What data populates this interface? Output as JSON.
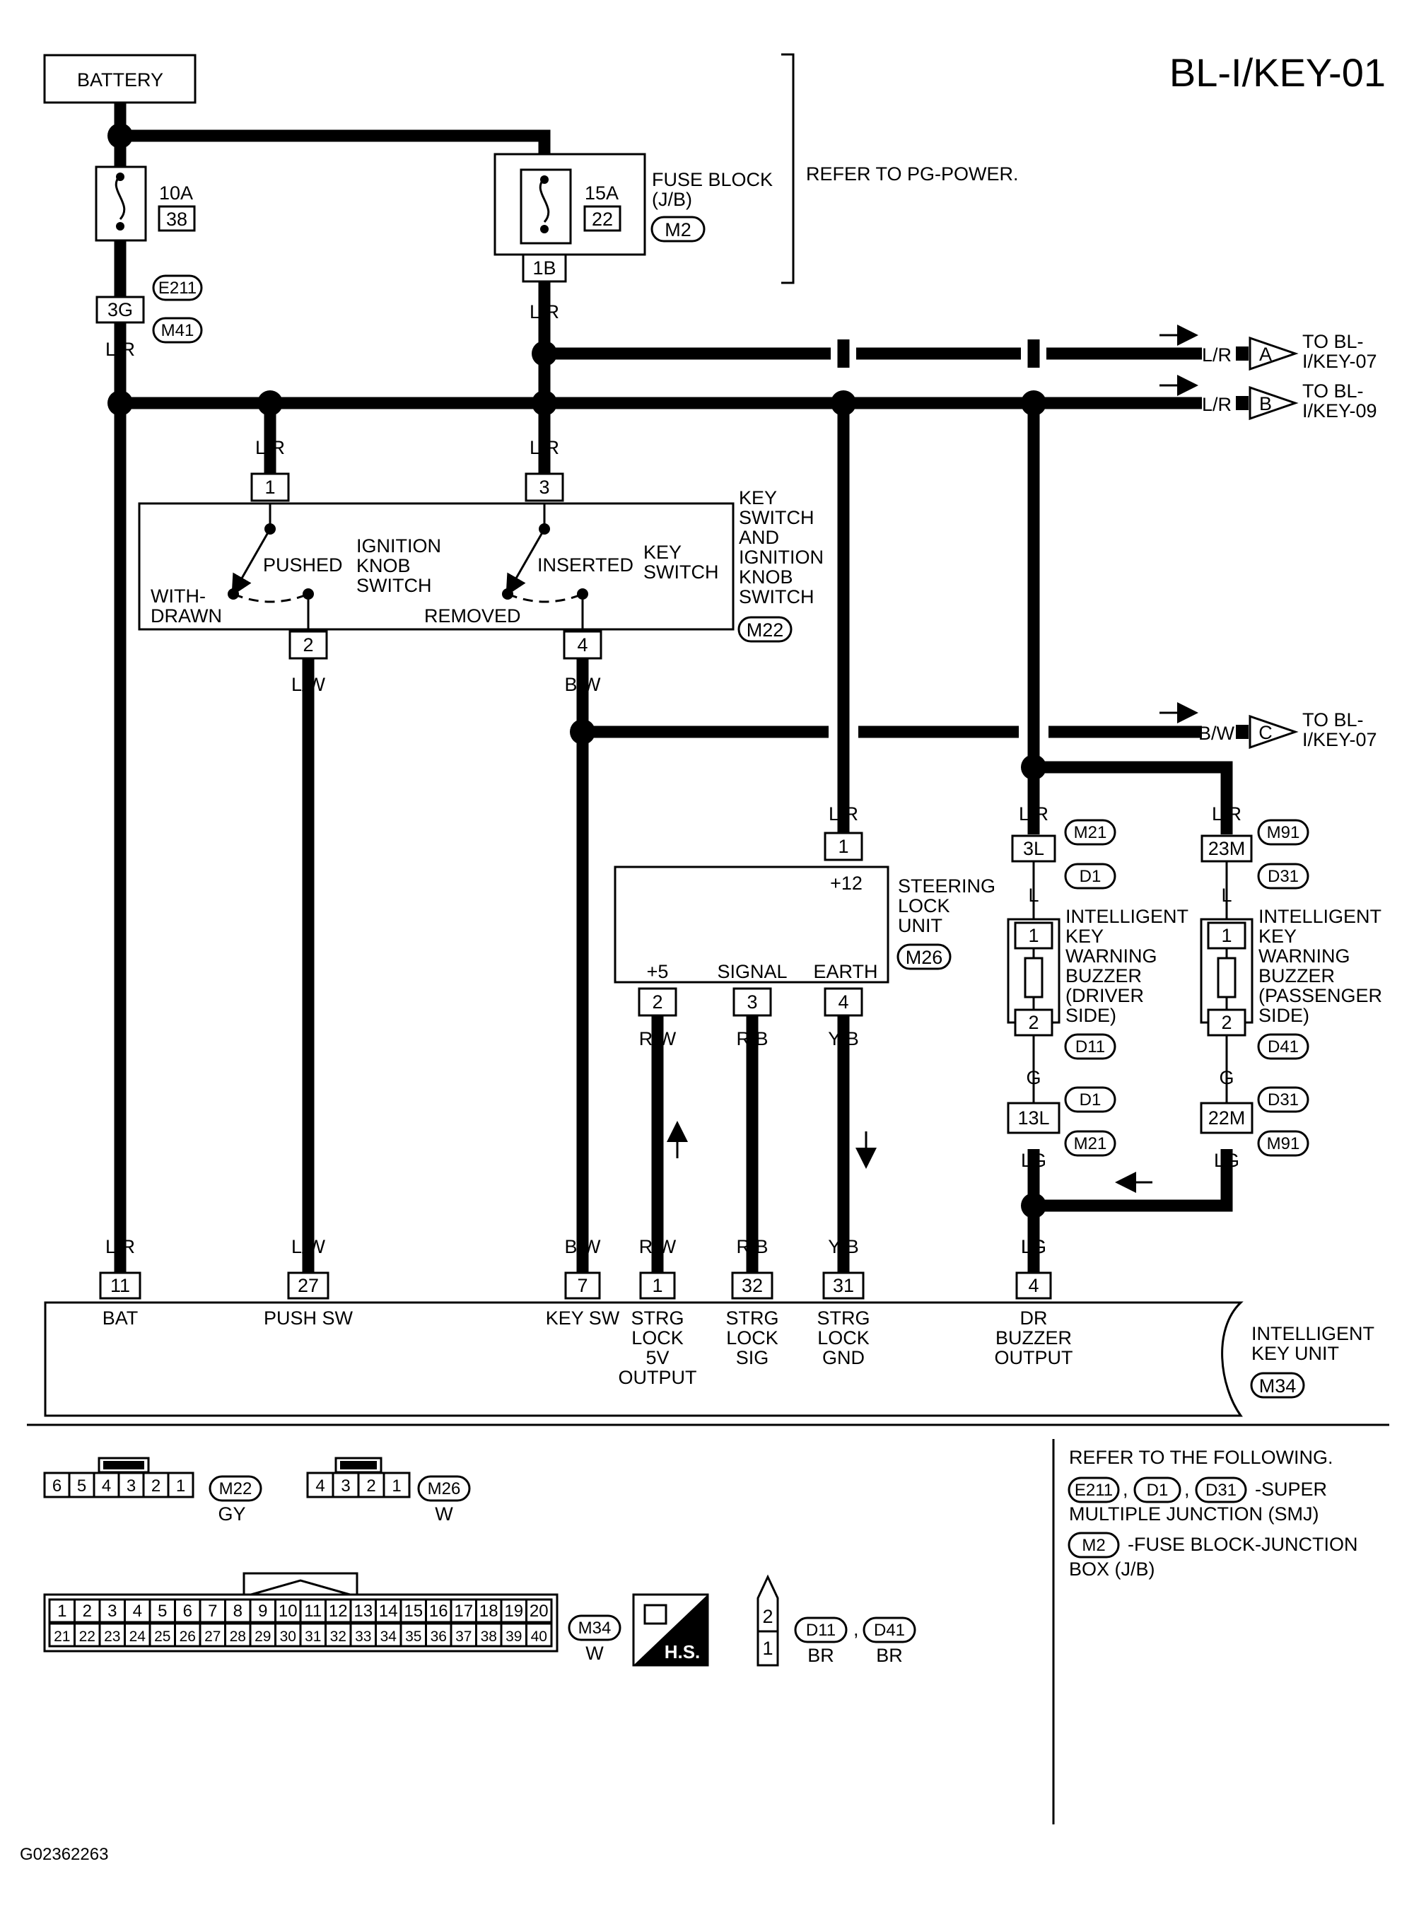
{
  "title": "BL-I/KEY-01",
  "footer_code": "G02362263",
  "battery": "BATTERY",
  "fuse_block": {
    "label": [
      "FUSE BLOCK",
      "(J/B)"
    ],
    "conn": "M2",
    "refer": "REFER TO PG-POWER.",
    "fuse1": {
      "amp": "10A",
      "num": "38"
    },
    "fuse2": {
      "amp": "15A",
      "num": "22"
    },
    "term": "1B"
  },
  "junction": {
    "term": "3G",
    "conn1": "E211",
    "conn2": "M41"
  },
  "wire_colors": {
    "r": "R",
    "lr": "L/R",
    "lw": "L/W",
    "bw": "B/W",
    "rw": "R/W",
    "rb": "R/B",
    "yb": "Y/B",
    "l": "L",
    "g": "G",
    "lg": "LG"
  },
  "offpage": [
    {
      "color": "L/R",
      "letter": "A",
      "text": [
        "TO BL-",
        "I/KEY-07"
      ]
    },
    {
      "color": "L/R",
      "letter": "B",
      "text": [
        "TO BL-",
        "I/KEY-09"
      ]
    },
    {
      "color": "B/W",
      "letter": "C",
      "text": [
        "TO BL-",
        "I/KEY-07"
      ]
    }
  ],
  "key_switch": {
    "label": [
      "KEY",
      "SWITCH",
      "AND",
      "IGNITION",
      "KNOB",
      "SWITCH"
    ],
    "conn": "M22",
    "pins": [
      "1",
      "3",
      "2",
      "4"
    ],
    "withdrawn": [
      "WITH-",
      "DRAWN"
    ],
    "pushed": "PUSHED",
    "ign_knob": [
      "IGNITION",
      "KNOB",
      "SWITCH"
    ],
    "inserted": "INSERTED",
    "key_sw": [
      "KEY",
      "SWITCH"
    ],
    "removed": "REMOVED"
  },
  "steering_lock": {
    "label": [
      "STEERING",
      "LOCK",
      "UNIT"
    ],
    "conn": "M26",
    "pins": {
      "p12": "1",
      "p5": "2",
      "sig": "3",
      "earth": "4"
    },
    "pin_labels": {
      "p12": "+12",
      "p5": "+5",
      "sig": "SIGNAL",
      "earth": "EARTH"
    }
  },
  "buzzer_driver": {
    "label": [
      "INTELLIGENT",
      "KEY",
      "WARNING",
      "BUZZER",
      "(DRIVER",
      " SIDE)"
    ],
    "term_top": "3L",
    "conn_top1": "M21",
    "conn_top2": "D1",
    "pin1": "1",
    "pin2": "2",
    "conn": "D11",
    "term_bot": "13L",
    "conn_bot1": "D1",
    "conn_bot2": "M21"
  },
  "buzzer_passenger": {
    "label": [
      "INTELLIGENT",
      "KEY",
      "WARNING",
      "BUZZER",
      "(PASSENGER",
      " SIDE)"
    ],
    "term_top": "23M",
    "conn_top1": "M91",
    "conn_top2": "D31",
    "pin1": "1",
    "pin2": "2",
    "conn": "D41",
    "term_bot": "22M",
    "conn_bot1": "D31",
    "conn_bot2": "M91"
  },
  "key_unit": {
    "label": [
      "INTELLIGENT",
      "KEY UNIT"
    ],
    "conn": "M34",
    "pins": [
      {
        "num": "11",
        "color": "L/R",
        "label": [
          "BAT"
        ]
      },
      {
        "num": "27",
        "color": "L/W",
        "label": [
          "PUSH SW"
        ]
      },
      {
        "num": "7",
        "color": "B/W",
        "label": [
          "KEY SW"
        ]
      },
      {
        "num": "1",
        "color": "R/W",
        "label": [
          "STRG",
          "LOCK",
          "5V",
          "OUTPUT"
        ]
      },
      {
        "num": "32",
        "color": "R/B",
        "label": [
          "STRG",
          "LOCK",
          "SIG"
        ]
      },
      {
        "num": "31",
        "color": "Y/B",
        "label": [
          "STRG",
          "LOCK",
          "GND"
        ]
      },
      {
        "num": "4",
        "color": "LG",
        "label": [
          "DR",
          "BUZZER",
          "OUTPUT"
        ]
      }
    ]
  },
  "legend": {
    "m22": {
      "pins": [
        "6",
        "5",
        "4",
        "3",
        "2",
        "1"
      ],
      "conn": "M22",
      "color": "GY"
    },
    "m26": {
      "pins": [
        "4",
        "3",
        "2",
        "1"
      ],
      "conn": "M26",
      "color": "W"
    },
    "m34": {
      "row1": [
        "1",
        "2",
        "3",
        "4",
        "5",
        "6",
        "7",
        "8",
        "9",
        "10",
        "11",
        "12",
        "13",
        "14",
        "15",
        "16",
        "17",
        "18",
        "19",
        "20"
      ],
      "row2": [
        "21",
        "22",
        "23",
        "24",
        "25",
        "26",
        "27",
        "28",
        "29",
        "30",
        "31",
        "32",
        "33",
        "34",
        "35",
        "36",
        "37",
        "38",
        "39",
        "40"
      ],
      "conn": "M34",
      "color": "W"
    },
    "hs": "H.S.",
    "d11": {
      "pins": [
        "2",
        "1"
      ],
      "conn1": "D11",
      "color1": "BR",
      "conn2": "D41",
      "color2": "BR"
    },
    "refer": [
      "REFER TO THE FOLLOWING."
    ],
    "refer_line2_conns": [
      "E211",
      "D1",
      "D31"
    ],
    "refer_line2_text": "-SUPER",
    "refer_line3": "MULTIPLE JUNCTION (SMJ)",
    "refer_line4_conn": "M2",
    "refer_line4_text": "-FUSE BLOCK-JUNCTION",
    "refer_line5": "BOX (J/B)"
  }
}
